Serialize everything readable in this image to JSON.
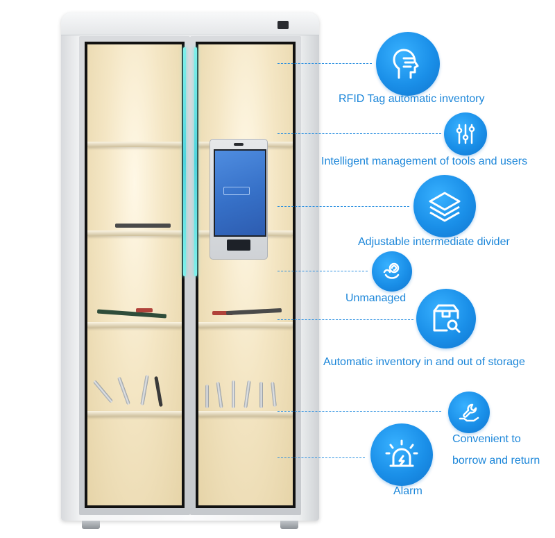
{
  "features": [
    {
      "id": "rfid",
      "label": "RFID Tag automatic inventory",
      "icon": "face-scan-icon"
    },
    {
      "id": "intelligent",
      "label": "Intelligent management of tools and users",
      "icon": "sliders-icon"
    },
    {
      "id": "divider",
      "label": "Adjustable intermediate divider",
      "icon": "layers-icon"
    },
    {
      "id": "unmanaged",
      "label": "Unmanaged",
      "icon": "hand-swirl-icon"
    },
    {
      "id": "storage",
      "label": "Automatic inventory in and out of storage",
      "icon": "box-search-icon"
    },
    {
      "id": "borrow",
      "label_line1": "Convenient to",
      "label_line2": "borrow and return",
      "icon": "wrench-hand-icon"
    },
    {
      "id": "alarm",
      "label": "Alarm",
      "icon": "alarm-light-icon"
    }
  ],
  "colors": {
    "accent": "#1b86d9",
    "badge": "#1a8fe8",
    "handle_glow": "#4fd4dd"
  }
}
